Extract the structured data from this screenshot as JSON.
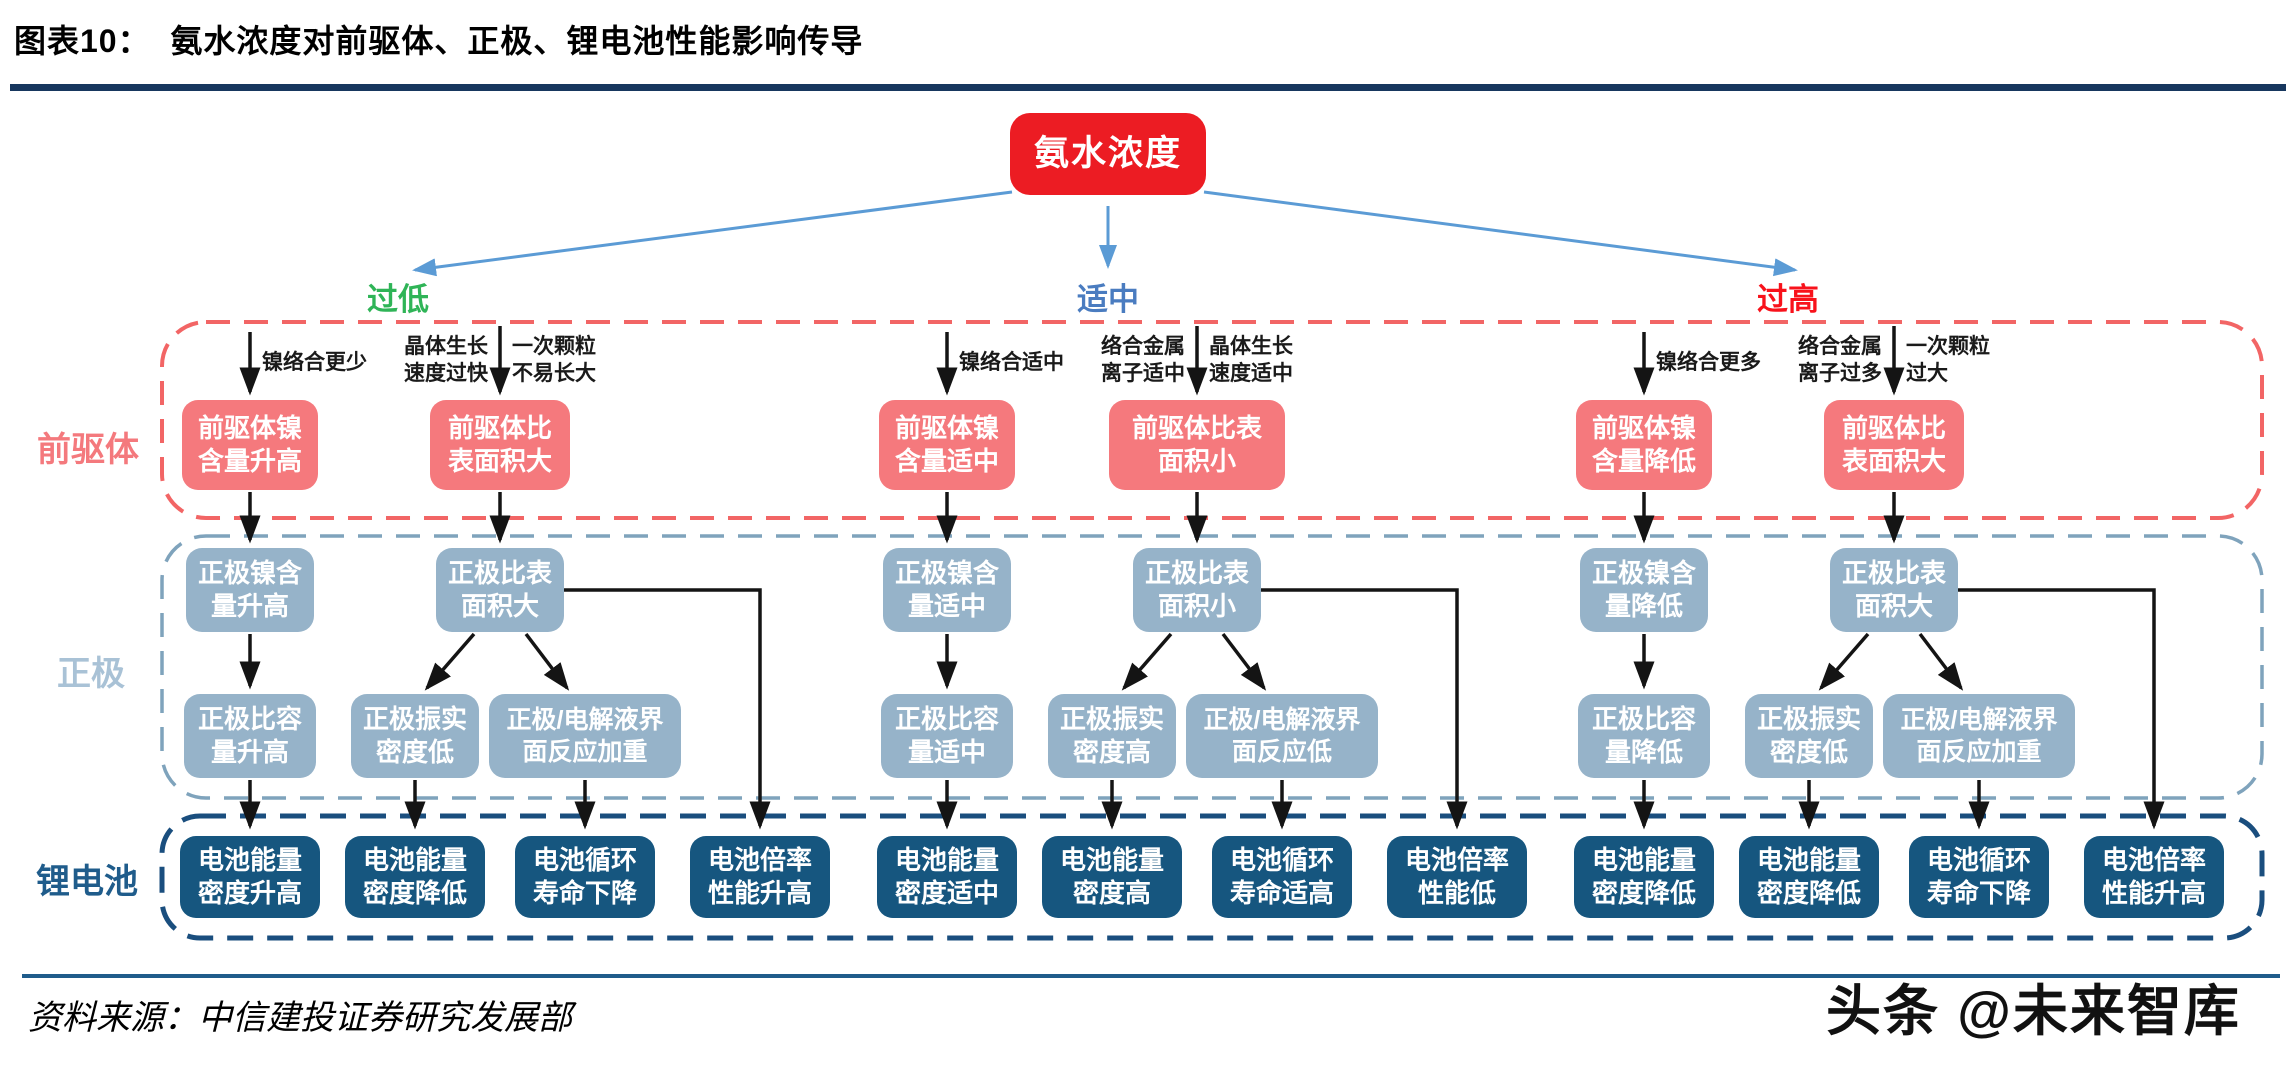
{
  "header": {
    "title": "图表10：  氨水浓度对前驱体、正极、锂电池性能影响传导"
  },
  "root": {
    "label": "氨水浓度"
  },
  "row_labels": {
    "precursor": "前驱体",
    "cathode": "正极",
    "battery": "锂电池"
  },
  "groups": [
    {
      "branch_label": "过低",
      "nickel_arrow_label": "镍络合更少",
      "surface_arrow_left": "晶体生长\n速度过快",
      "surface_arrow_right": "一次颗粒\n不易长大",
      "precursor_nickel": "前驱体镍\n含量升高",
      "precursor_surface": "前驱体比\n表面积大",
      "cathode_nickel": "正极镍含\n量升高",
      "cathode_surface": "正极比表\n面积大",
      "cathode_capacity": "正极比容\n量升高",
      "cathode_tap_density": "正极振实\n密度低",
      "cathode_interface": "正极/电解液界\n面反应加重",
      "battery_energy_a": "电池能量\n密度升高",
      "battery_energy_b": "电池能量\n密度降低",
      "battery_cycle": "电池循环\n寿命下降",
      "battery_rate": "电池倍率\n性能升高"
    },
    {
      "branch_label": "适中",
      "nickel_arrow_label": "镍络合适中",
      "surface_arrow_left": "络合金属\n离子适中",
      "surface_arrow_right": "晶体生长\n速度适中",
      "precursor_nickel": "前驱体镍\n含量适中",
      "precursor_surface": "前驱体比表\n面积小",
      "cathode_nickel": "正极镍含\n量适中",
      "cathode_surface": "正极比表\n面积小",
      "cathode_capacity": "正极比容\n量适中",
      "cathode_tap_density": "正极振实\n密度高",
      "cathode_interface": "正极/电解液界\n面反应低",
      "battery_energy_a": "电池能量\n密度适中",
      "battery_energy_b": "电池能量\n密度高",
      "battery_cycle": "电池循环\n寿命适高",
      "battery_rate": "电池倍率\n性能低"
    },
    {
      "branch_label": "过高",
      "nickel_arrow_label": "镍络合更多",
      "surface_arrow_left": "络合金属\n离子过多",
      "surface_arrow_right": "一次颗粒\n过大",
      "precursor_nickel": "前驱体镍\n含量降低",
      "precursor_surface": "前驱体比\n表面积大",
      "cathode_nickel": "正极镍含\n量降低",
      "cathode_surface": "正极比表\n面积大",
      "cathode_capacity": "正极比容\n量降低",
      "cathode_tap_density": "正极振实\n密度低",
      "cathode_interface": "正极/电解液界\n面反应加重",
      "battery_energy_a": "电池能量\n密度降低",
      "battery_energy_b": "电池能量\n密度降低",
      "battery_cycle": "电池循环\n寿命下降",
      "battery_rate": "电池倍率\n性能升高"
    }
  ],
  "footer": {
    "source": "资料来源：中信建投证券研究发展部",
    "watermark": "头条 @未来智库"
  },
  "colors": {
    "root_box": "#EC1C23",
    "branch_low": "#2FB457",
    "branch_mid": "#4A7CC0",
    "branch_high": "#F8121B",
    "connector_blue": "#5B9BD5",
    "arrow_black": "#141414",
    "precursor_box": "#F5797D",
    "precursor_outline": "#F26565",
    "cathode_box": "#96B3C9",
    "cathode_outline": "#7FA3BC",
    "battery_box": "#16567F",
    "battery_outline": "#1A4E7E",
    "title_rule": "#17375E",
    "footer_rule": "#1F5C8B"
  }
}
